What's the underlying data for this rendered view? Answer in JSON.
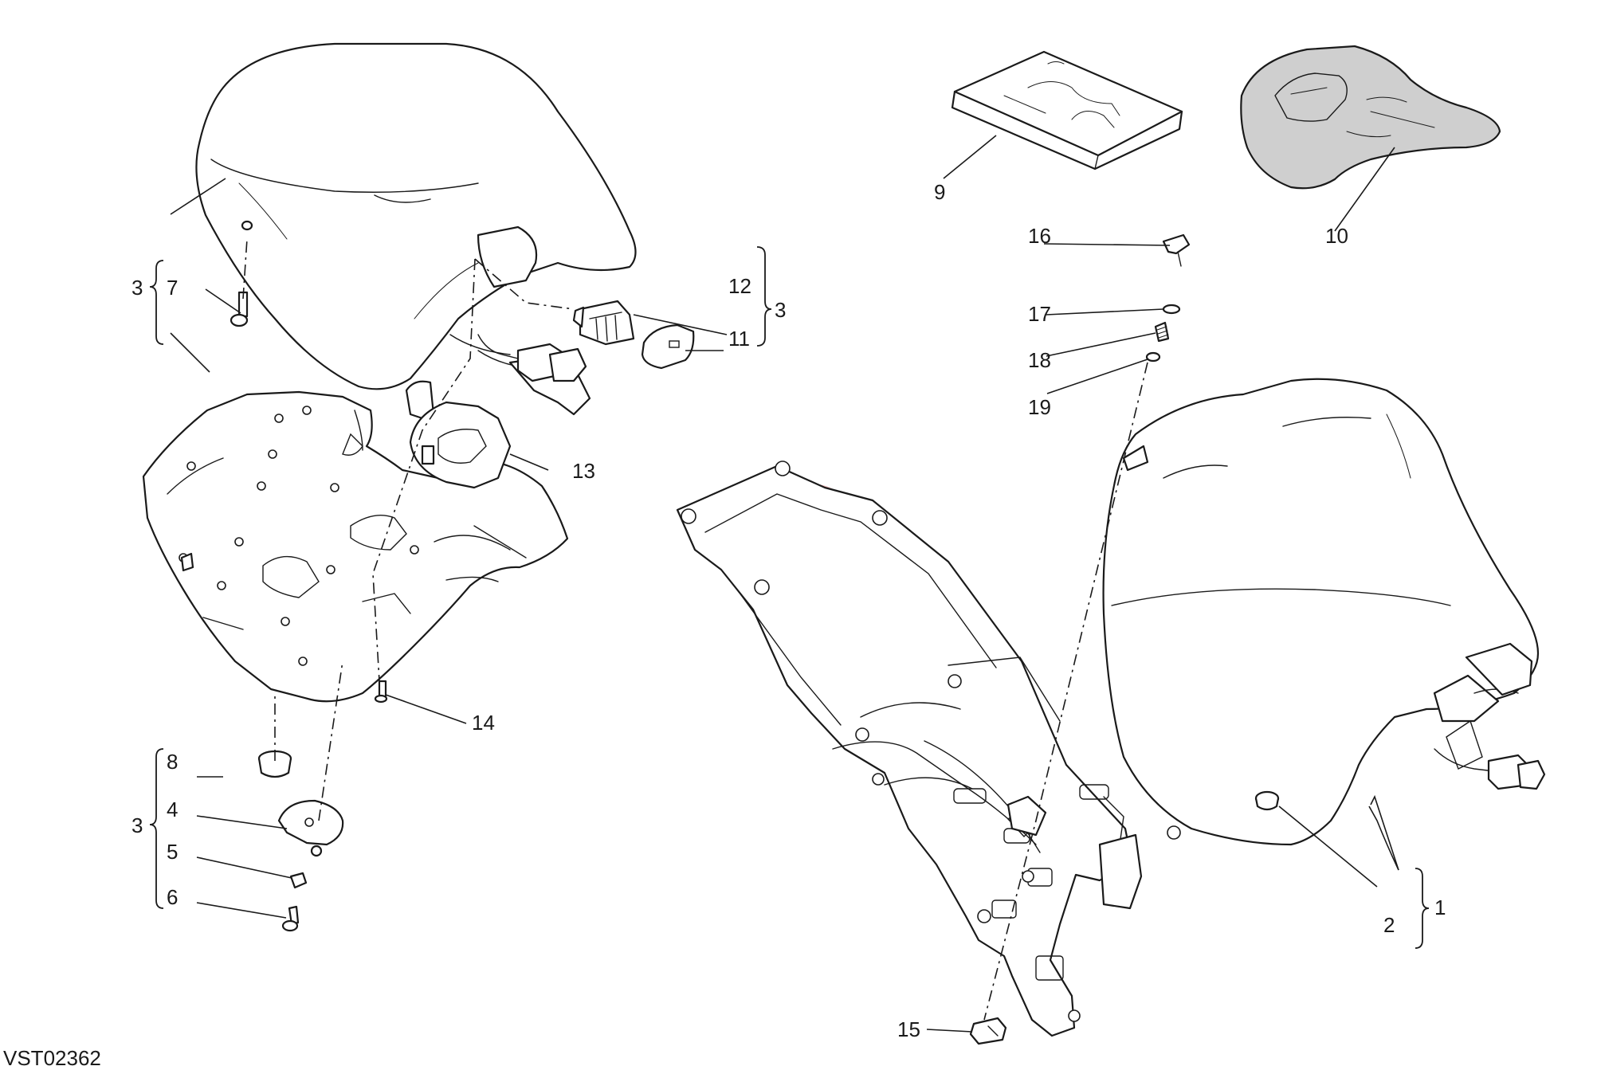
{
  "drawing_code": "VST02362",
  "callouts": {
    "c1": "1",
    "c2": "2",
    "c3a": "3",
    "c3b": "3",
    "c3c": "3",
    "c4": "4",
    "c5": "5",
    "c6": "6",
    "c7": "7",
    "c8": "8",
    "c9": "9",
    "c10": "10",
    "c11": "11",
    "c12": "12",
    "c13": "13",
    "c14": "14",
    "c15": "15",
    "c16": "16",
    "c17": "17",
    "c18": "18",
    "c19": "19"
  },
  "colors": {
    "line": "#1a1a1a",
    "watermark": "#f0b6b6",
    "bag_fill": "#cfcfcf"
  }
}
